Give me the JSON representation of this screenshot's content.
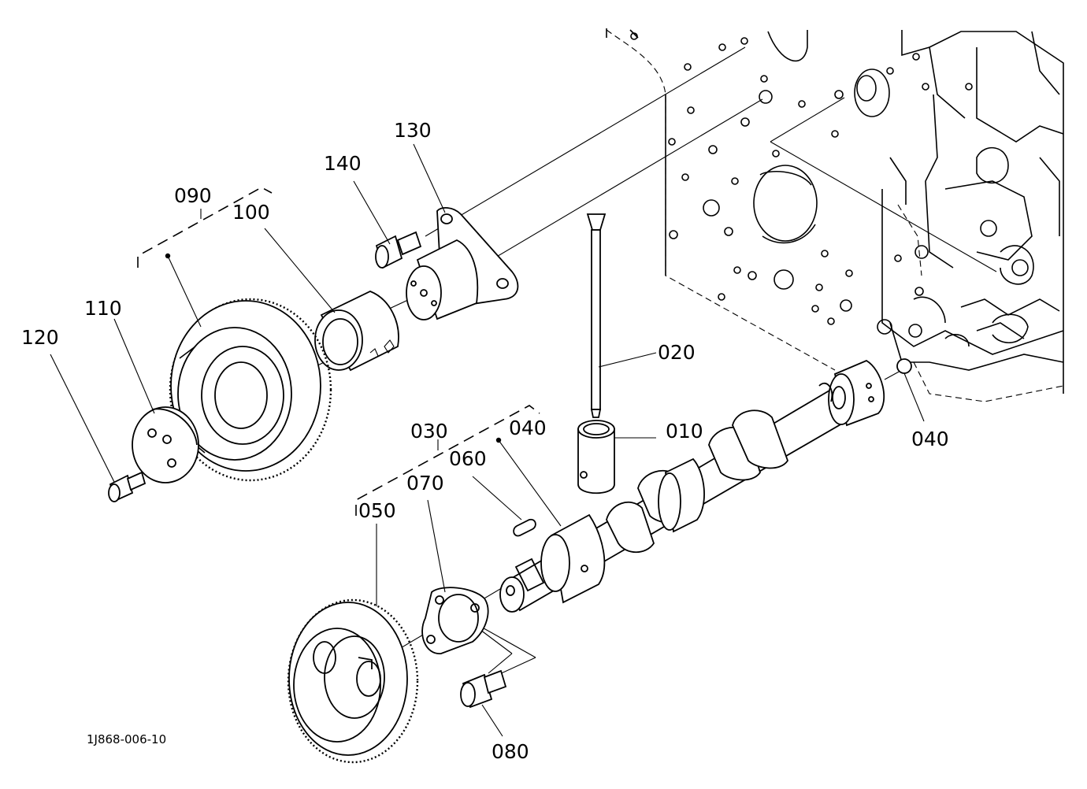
{
  "diagram": {
    "drawing_code": "1J868-006-10",
    "callouts": [
      {
        "id": "010",
        "label": "010"
      },
      {
        "id": "020",
        "label": "020"
      },
      {
        "id": "030",
        "label": "030"
      },
      {
        "id": "040a",
        "label": "040"
      },
      {
        "id": "040b",
        "label": "040"
      },
      {
        "id": "050",
        "label": "050"
      },
      {
        "id": "060",
        "label": "060"
      },
      {
        "id": "070",
        "label": "070"
      },
      {
        "id": "080",
        "label": "080"
      },
      {
        "id": "090",
        "label": "090"
      },
      {
        "id": "100",
        "label": "100"
      },
      {
        "id": "110",
        "label": "110"
      },
      {
        "id": "120",
        "label": "120"
      },
      {
        "id": "130",
        "label": "130"
      },
      {
        "id": "140",
        "label": "140"
      }
    ]
  }
}
